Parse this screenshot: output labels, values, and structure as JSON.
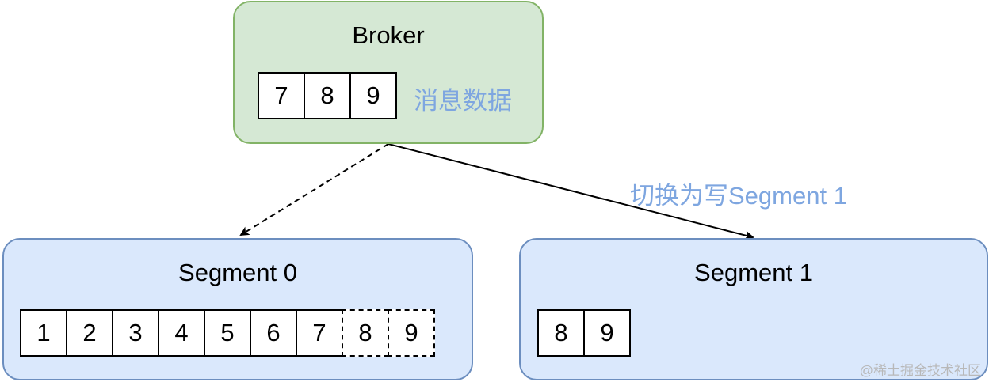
{
  "broker": {
    "title": "Broker",
    "cells": [
      "7",
      "8",
      "9"
    ],
    "label": "消息数据"
  },
  "segment0": {
    "title": "Segment 0",
    "cells": [
      "1",
      "2",
      "3",
      "4",
      "5",
      "6",
      "7"
    ],
    "pending_cells": [
      "8",
      "9"
    ]
  },
  "segment1": {
    "title": "Segment 1",
    "cells": [
      "8",
      "9"
    ]
  },
  "switch_arrow": {
    "label": "切换为写Segment 1"
  },
  "watermark": "@稀土掘金技术社区",
  "colors": {
    "broker_fill": "#d5e8d4",
    "broker_border": "#82b366",
    "segment_fill": "#dae8fc",
    "segment_border": "#6c8ebf",
    "label_blue": "#7ea6e0"
  }
}
